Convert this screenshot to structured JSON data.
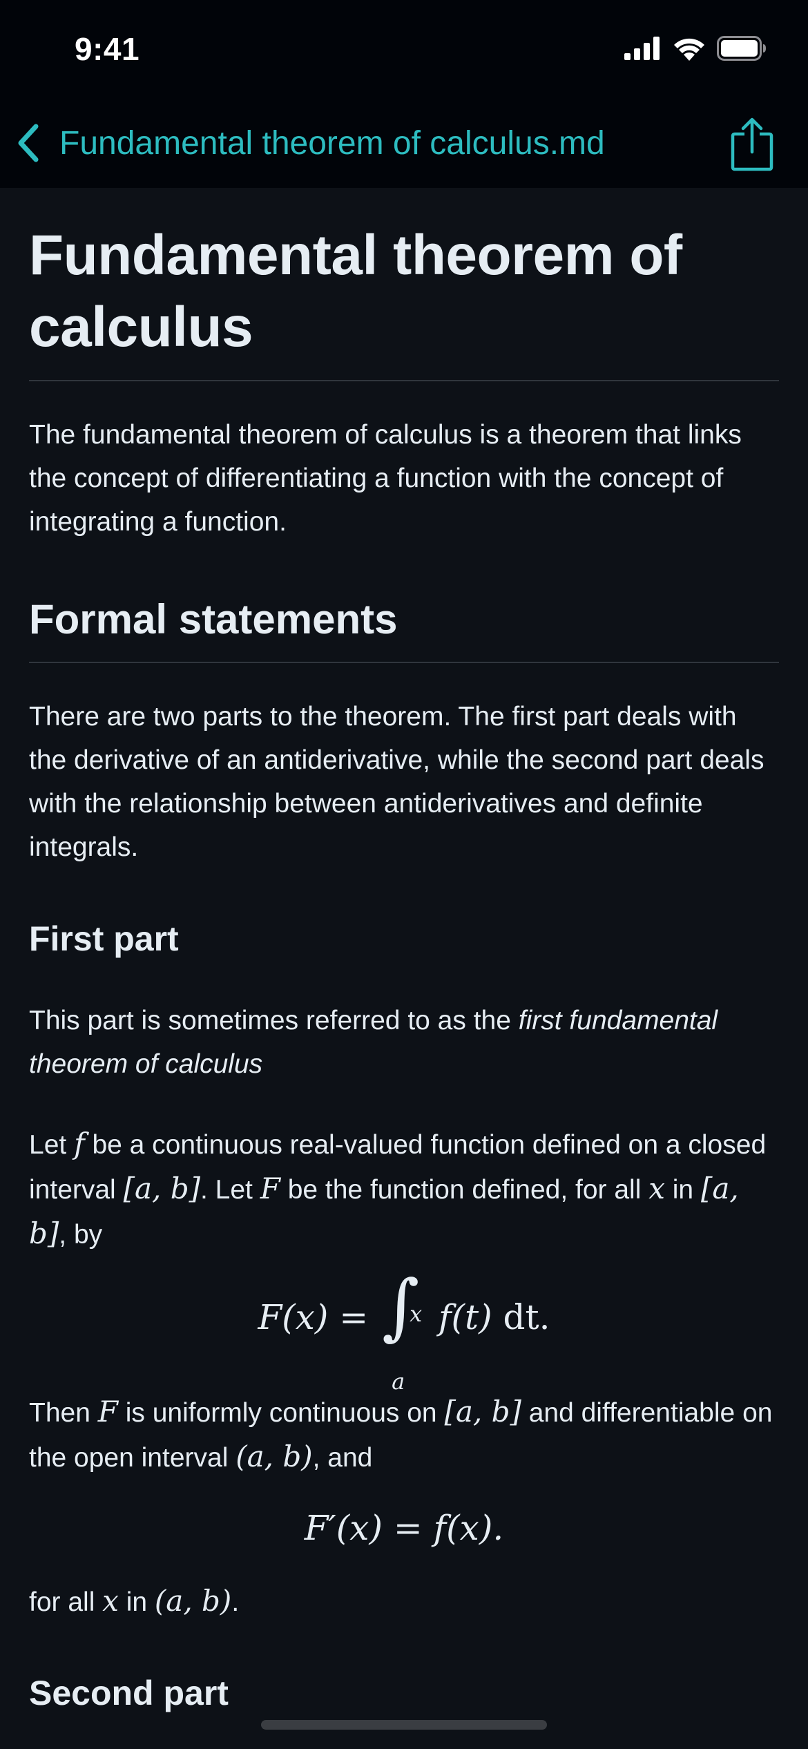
{
  "status_bar": {
    "time": "9:41",
    "icons": [
      "cellular-signal-icon",
      "wifi-icon",
      "battery-icon"
    ]
  },
  "nav": {
    "back_icon": "chevron-left-icon",
    "title": "Fundamental theorem of calculus.md",
    "share_icon": "share-icon",
    "accent_color": "#2dbcc0"
  },
  "article": {
    "title": "Fundamental theorem of calculus",
    "intro": "The fundamental theorem of calculus is a theorem that links the concept of differentiating a function with the concept of integrating a function.",
    "section_formal": {
      "heading": "Formal statements",
      "text": "There are two parts to the theorem. The first part deals with the derivative of an antiderivative, while the second part deals with the relationship between antiderivatives and definite integrals."
    },
    "first_part": {
      "heading": "First part",
      "sometimes_prefix": "This part is sometimes referred to as the ",
      "sometimes_italic": "first fundamental theorem of calculus",
      "let": {
        "t1": "Let ",
        "f": "f",
        "t2": " be a continuous real-valued function defined on a closed interval ",
        "ab": "[a, b]",
        "t3": ". Let ",
        "F": "F",
        "t4": " be the function defined, for all ",
        "x": "x",
        "t5": " in ",
        "ab2": "[a, b]",
        "t6": ", by"
      },
      "eq1": {
        "lhs": "F(x) =",
        "upper": "x",
        "lower": "a",
        "integrand": "f(t)",
        "dt": "dt."
      },
      "then": {
        "t1": "Then ",
        "F": "F",
        "t2": " is uniformly continuous on ",
        "ab": "[a, b]",
        "t3": " and differentiable on the open interval ",
        "ab_open": "(a, b)",
        "t4": ", and"
      },
      "eq2": "F′(x) = f(x).",
      "forall": {
        "t1": "for all ",
        "x": "x",
        "t2": " in ",
        "ab_open": "(a, b)",
        "t3": "."
      }
    },
    "second_part": {
      "heading": "Second part"
    }
  }
}
